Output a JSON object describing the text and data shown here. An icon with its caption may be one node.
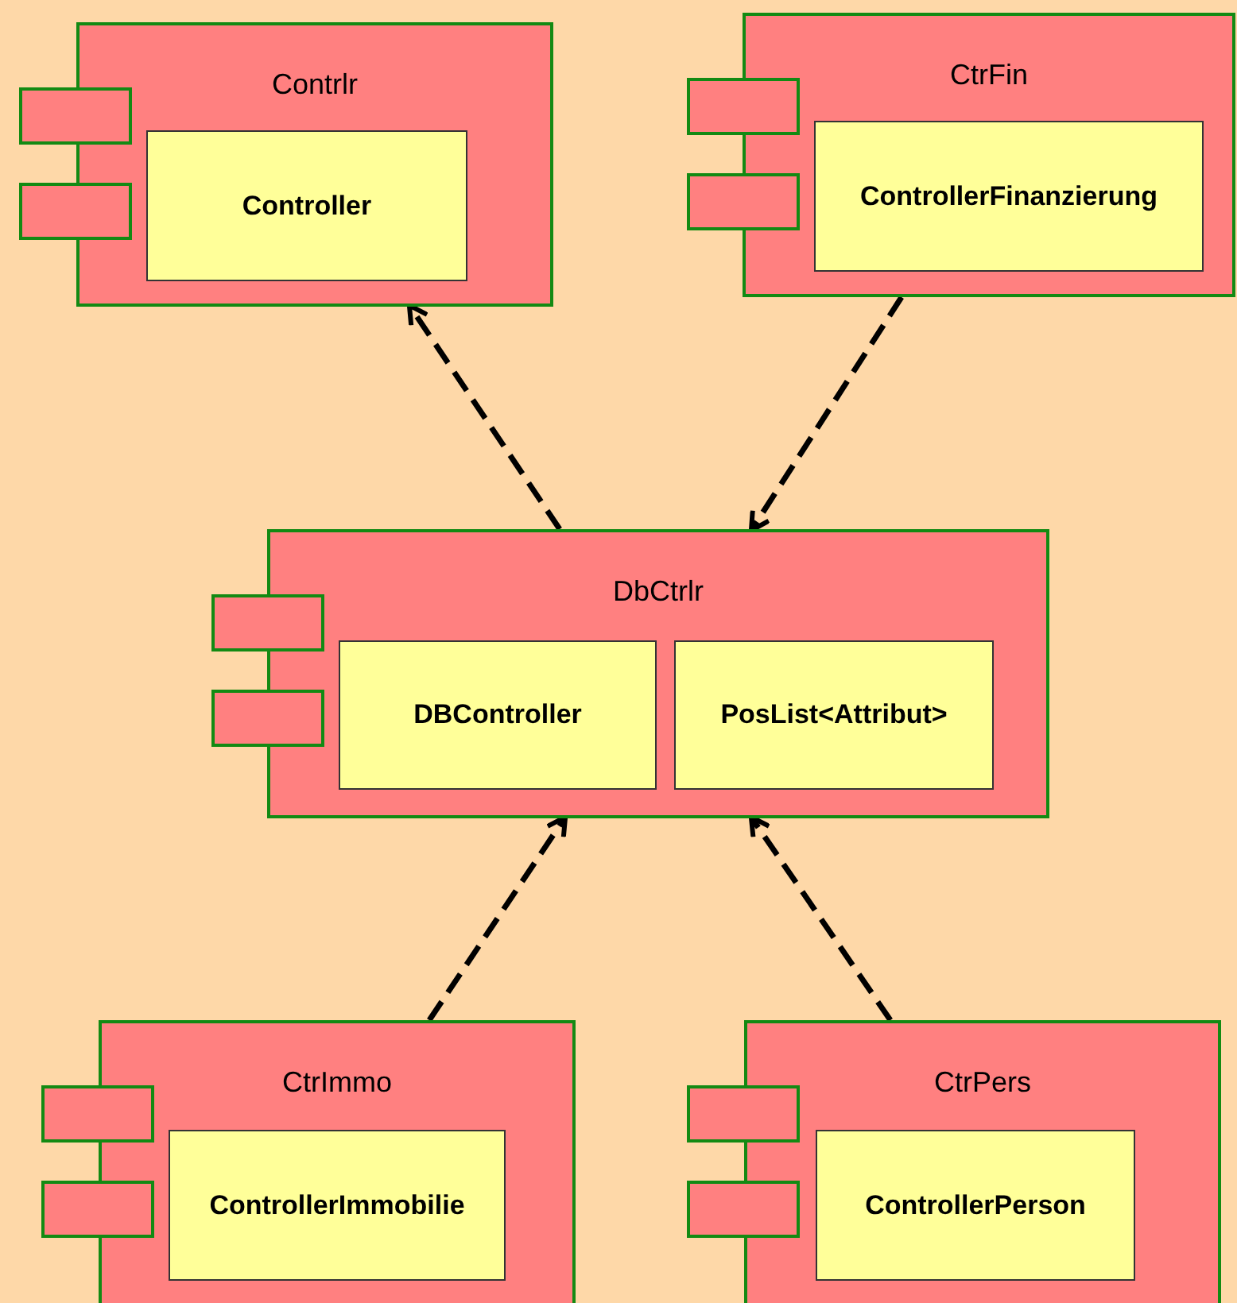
{
  "diagram": {
    "nodes": [
      {
        "text": [
          "Contrlr"
        ]
      },
      {
        "text": [
          "Controller"
        ],
        "in": 0
      },
      {
        "text": [
          "CtrFin"
        ]
      },
      {
        "text": [
          "ControllerFinanzierung"
        ],
        "in": 2
      },
      {
        "text": [
          "DbCtrlr"
        ]
      },
      {
        "text": [
          "DBController"
        ],
        "in": 4
      },
      {
        "text": [
          "PosList<Attribut>"
        ],
        "in": 4
      },
      {
        "text": [
          "CtrImmo"
        ]
      },
      {
        "text": [
          "ControllerImmobilie"
        ],
        "in": 7
      },
      {
        "text": [
          "CtrPers"
        ]
      },
      {
        "text": [
          "ControllerPerson"
        ],
        "in": 9
      }
    ],
    "edges": [
      {
        "from": 4,
        "to": 0,
        "arrow": "to",
        "style": "dashed"
      },
      {
        "from": 2,
        "to": 4,
        "arrow": "to",
        "style": "dashed"
      },
      {
        "from": 7,
        "to": 4,
        "arrow": "to",
        "style": "dashed"
      },
      {
        "from": 9,
        "to": 4,
        "arrow": "to",
        "style": "dashed"
      }
    ]
  }
}
